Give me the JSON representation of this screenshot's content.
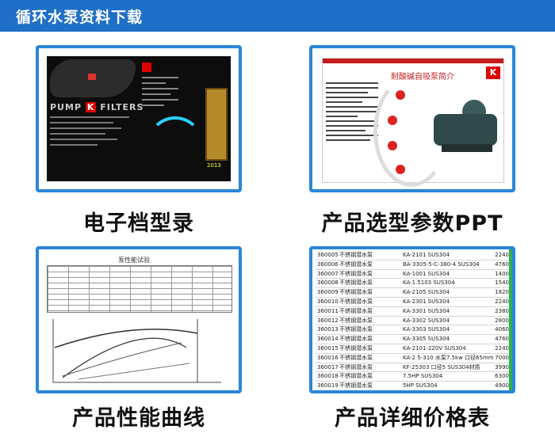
{
  "header": {
    "title": "循环水泵资料下载"
  },
  "cards": [
    {
      "caption": "电子档型录"
    },
    {
      "caption": "产品选型参数PPT"
    },
    {
      "caption": "产品性能曲线"
    },
    {
      "caption": "产品详细价格表"
    }
  ],
  "brochure": {
    "brand": "PUMP",
    "brand2": "FILTERS",
    "year": "2013"
  },
  "ppt": {
    "title": "耐酸碱自吸泵简介",
    "logo": "K"
  },
  "curve": {
    "title": "泵性能试验"
  },
  "price_table": {
    "rows": [
      [
        "360005",
        "不锈钢潜水泵",
        "KA-2101 SUS304",
        "2240"
      ],
      [
        "360006",
        "不锈钢潜水泵",
        "BA-3305-5-C-380-4 SUS304",
        "4760"
      ],
      [
        "360007",
        "不锈钢潜水泵",
        "KA-1001 SUS304",
        "1400"
      ],
      [
        "360008",
        "不锈钢潜水泵",
        "KA-1.5103 SUS304",
        "1540"
      ],
      [
        "360009",
        "不锈钢潜水泵",
        "KA-2105 SUS304",
        "1820"
      ],
      [
        "360010",
        "不锈钢潜水泵",
        "KA-2301 SUS304",
        "2240"
      ],
      [
        "360011",
        "不锈钢潜水泵",
        "KA-3301 SUS304",
        "2380"
      ],
      [
        "360012",
        "不锈钢潜水泵",
        "KA-3302 SUS304",
        "2800"
      ],
      [
        "360013",
        "不锈钢潜水泵",
        "KA-3303 SUS304",
        "4060"
      ],
      [
        "360014",
        "不锈钢潜水泵",
        "KA-3305 SUS304",
        "4760"
      ],
      [
        "360015",
        "不锈钢潜水泵",
        "KA-2101-220V SUS304",
        "2240"
      ],
      [
        "360016",
        "不锈钢潜水泵",
        "KA-2 5-310 水泵7.5kw  口径65mm",
        "7000"
      ],
      [
        "360017",
        "不锈钢潜水泵",
        "KF-25303  口径5 SUS304材质",
        "3990"
      ],
      [
        "360018",
        "不锈钢潜水泵",
        "7.5HP SUS304",
        "6300"
      ],
      [
        "360019",
        "不锈钢潜水泵",
        "5HP SUS304",
        "4900"
      ]
    ]
  }
}
